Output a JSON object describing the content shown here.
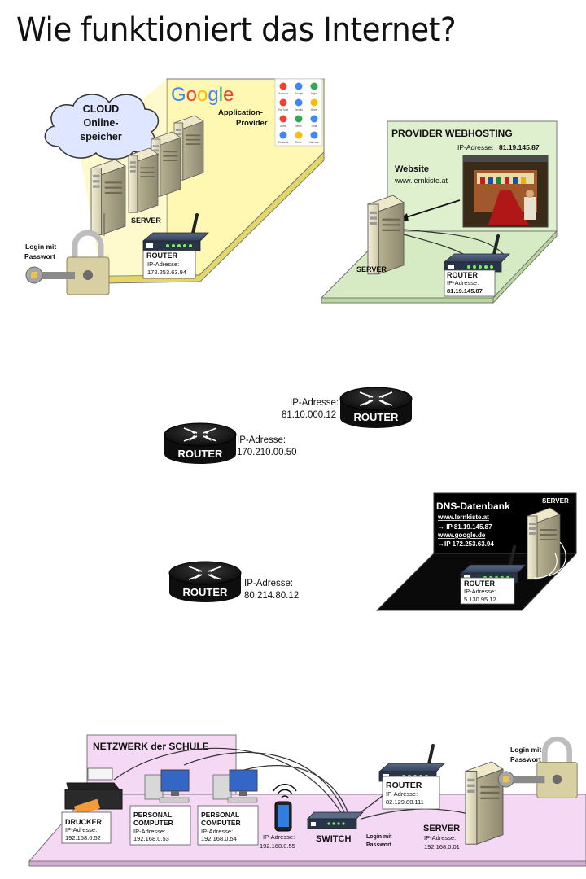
{
  "title": "Wie funktioniert das Internet?",
  "cloud": {
    "line1": "CLOUD",
    "line2": "Online-",
    "line3": "speicher"
  },
  "google": {
    "logo_letters": [
      "G",
      "o",
      "o",
      "g",
      "l",
      "e"
    ],
    "logo_colors": [
      "#4285f4",
      "#ea4335",
      "#fbbc05",
      "#4285f4",
      "#34a853",
      "#ea4335"
    ],
    "provider_line1": "Application-",
    "provider_line2": "Provider",
    "app_names": [
      "Account",
      "Google",
      "Maps",
      "YouTube",
      "Gemini",
      "News",
      "Gmail",
      "Meet",
      "Chat",
      "Contacts",
      "Drive",
      "Kalender"
    ]
  },
  "cloud_server_label": "SERVER",
  "cloud_login": {
    "line1": "Login mit",
    "line2": "Passwort"
  },
  "google_router": {
    "title": "ROUTER",
    "ip_label": "IP-Adresse:",
    "ip": "172.253.63.94"
  },
  "webhosting": {
    "title": "PROVIDER WEBHOSTING",
    "ip_label": "IP-Adresse:",
    "ip": "81.19.145.87",
    "website_label": "Website",
    "website_url": "www.lernkiste.at",
    "server_label": "SERVER",
    "router_title": "ROUTER",
    "router_ip_label": "IP-Adresse:",
    "router_ip": "81.19.145.87"
  },
  "internet_routers": [
    {
      "badge": "ROUTER",
      "ip_label": "IP-Adresse:",
      "ip": "81.10.000.12"
    },
    {
      "badge": "ROUTER",
      "ip_label": "IP-Adresse:",
      "ip": "170.210.00.50"
    },
    {
      "badge": "ROUTER",
      "ip_label": "IP-Adresse:",
      "ip": "80.214.80.12"
    }
  ],
  "dns": {
    "title": "DNS-Datenbank",
    "server_label": "SERVER",
    "entry1_domain": "www.lernkiste.at",
    "entry1_ip": "→ IP 81.19.145.87",
    "entry2_domain": "www.google.de",
    "entry2_ip": "→IP 172.253.63.94",
    "router_title": "ROUTER",
    "router_ip_label": "IP-Adresse:",
    "router_ip": "5.130.95.12"
  },
  "school": {
    "title": "NETZWERK der SCHULE",
    "printer": {
      "title": "DRUCKER",
      "ip_label": "IP-Adresse:",
      "ip": "192.168.0.52"
    },
    "pc1": {
      "line1": "PERSONAL",
      "line2": "COMPUTER",
      "ip_label": "IP-Adresse:",
      "ip": "192.168.0.53"
    },
    "pc2": {
      "line1": "PERSONAL",
      "line2": "COMPUTER",
      "ip_label": "IP-Adresse:",
      "ip": "192.168.0.54"
    },
    "phone": {
      "ip_label": "IP-Adresse:",
      "ip": "192.168.0.55"
    },
    "switch_label": "SWITCH",
    "switch_login": {
      "line1": "Login mit",
      "line2": "Passwort"
    },
    "router": {
      "title": "ROUTER",
      "ip_label": "IP-Adresse:",
      "ip": "82.129.80.111"
    },
    "server": {
      "title": "SERVER",
      "ip_label": "IP-Adresse:",
      "ip": "192.168.0.01"
    },
    "login": {
      "line1": "Login mit",
      "line2": "Passwort"
    }
  }
}
